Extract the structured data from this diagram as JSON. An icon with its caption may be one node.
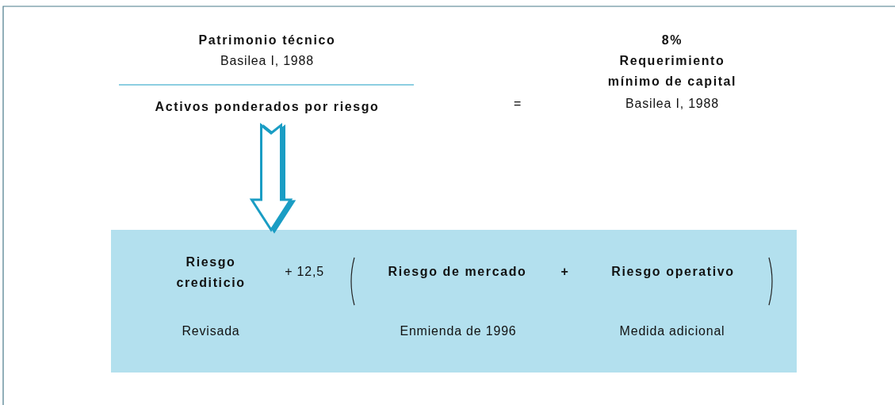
{
  "diagram": {
    "nodes": [
      {
        "text": [
          "Activos ponderados por riesgo"
        ]
      },
      {
        "text": [
          "Riesgo crediticio",
          "+ 12,5",
          "Riesgo de mercado",
          "+",
          "Riesgo operativo",
          "Revisada",
          "Enmienda de 1996",
          "Medida adicional"
        ]
      }
    ],
    "edges": [
      {
        "from": 0,
        "to": 1,
        "arrow": "to",
        "style": "thick"
      }
    ],
    "labels": [
      "Patrimonio técnico",
      "Basilea I, 1988",
      "=",
      "8%",
      "Requerimiento mínimo de capital",
      "Basilea I, 1988"
    ]
  }
}
